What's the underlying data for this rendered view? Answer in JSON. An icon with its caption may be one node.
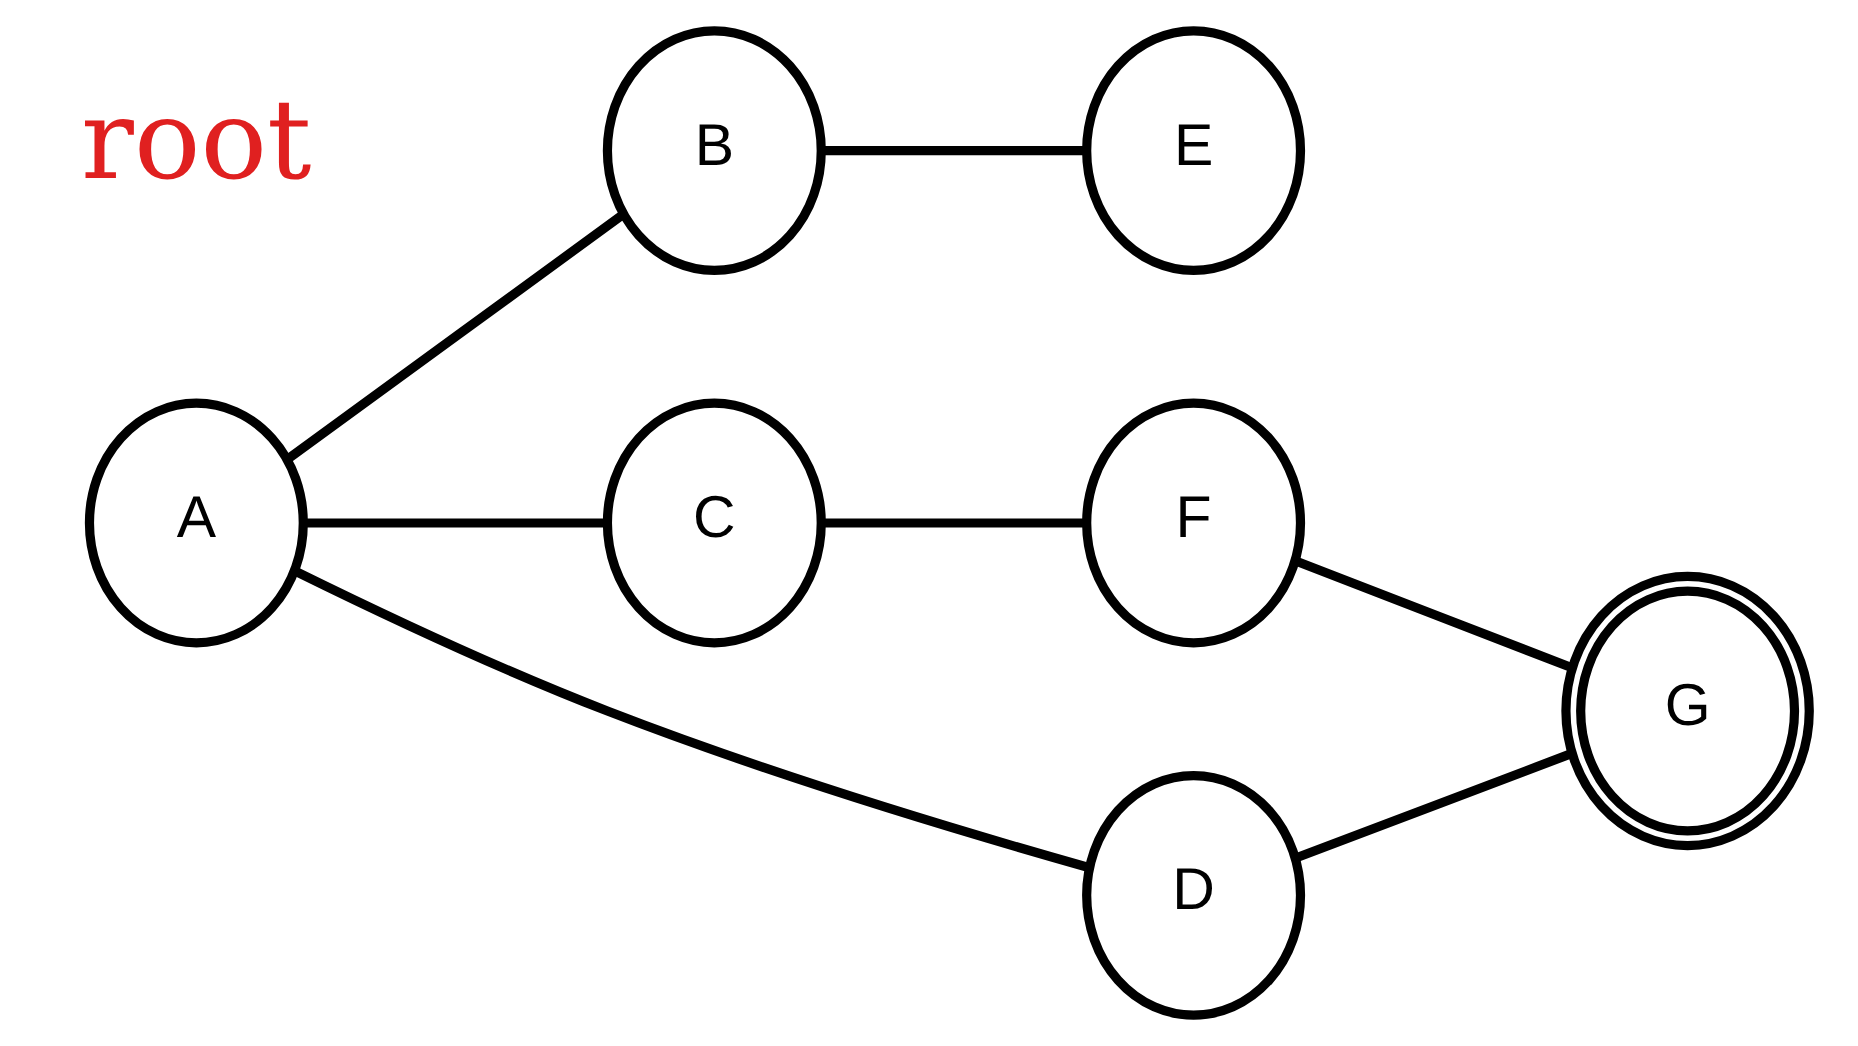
{
  "diagram": {
    "nodes": [
      {
        "text": [
          "A"
        ]
      },
      {
        "text": [
          "B"
        ]
      },
      {
        "text": [
          "C"
        ]
      },
      {
        "text": [
          "D"
        ]
      },
      {
        "text": [
          "E"
        ]
      },
      {
        "text": [
          "F"
        ]
      },
      {
        "text": [
          "G"
        ]
      }
    ],
    "edges": [
      {
        "from": 0,
        "to": 1,
        "arrow": "none"
      },
      {
        "from": 0,
        "to": 2,
        "arrow": "none"
      },
      {
        "from": 0,
        "to": 3,
        "arrow": "none"
      },
      {
        "from": 1,
        "to": 4,
        "arrow": "none"
      },
      {
        "from": 2,
        "to": 5,
        "arrow": "none"
      },
      {
        "from": 5,
        "to": 6,
        "arrow": "none"
      },
      {
        "from": 3,
        "to": 6,
        "arrow": "none"
      }
    ],
    "labels": [
      "root"
    ]
  }
}
